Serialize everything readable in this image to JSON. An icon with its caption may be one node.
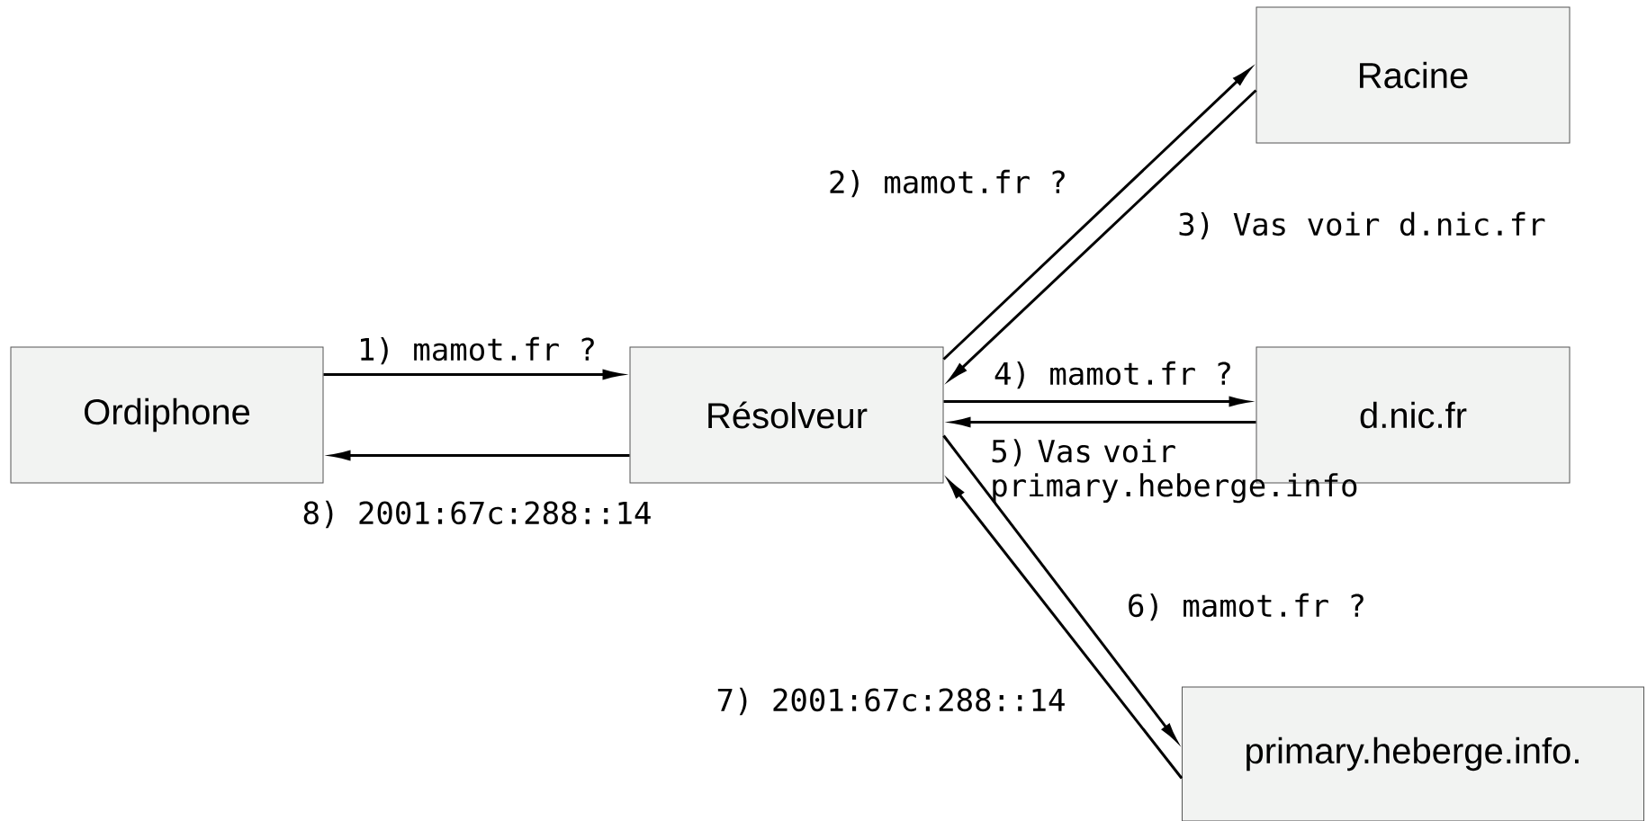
{
  "diagram": {
    "nodes": [
      {
        "text": [
          "Ordiphone"
        ]
      },
      {
        "text": [
          "Résolveur"
        ]
      },
      {
        "text": [
          "Racine"
        ]
      },
      {
        "text": [
          "d.nic.fr"
        ]
      },
      {
        "text": [
          "primary.heberge.info."
        ]
      }
    ],
    "edges": [
      {
        "from": 0,
        "to": 1,
        "arrow": "to",
        "label": "1) mamot.fr ?"
      },
      {
        "from": 1,
        "to": 2,
        "arrow": "to",
        "label": "2) mamot.fr ?"
      },
      {
        "from": 2,
        "to": 1,
        "arrow": "to",
        "label": "3) Vas voir d.nic.fr"
      },
      {
        "from": 1,
        "to": 3,
        "arrow": "to",
        "label": "4) mamot.fr ?"
      },
      {
        "from": 3,
        "to": 1,
        "arrow": "to",
        "label": "5) Vas voir primary.heberge.info"
      },
      {
        "from": 1,
        "to": 4,
        "arrow": "to",
        "label": "6) mamot.fr ?"
      },
      {
        "from": 4,
        "to": 1,
        "arrow": "to",
        "label": "7) 2001:67c:288::14"
      },
      {
        "from": 1,
        "to": 0,
        "arrow": "to",
        "label": "8) 2001:67c:288::14"
      }
    ]
  }
}
